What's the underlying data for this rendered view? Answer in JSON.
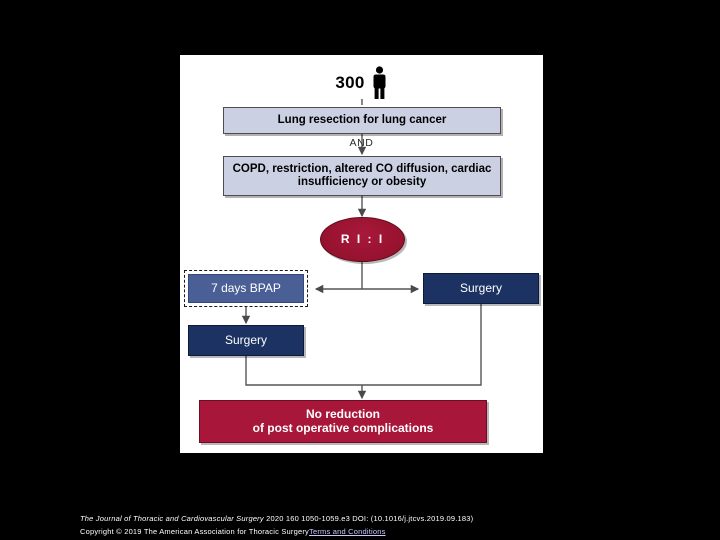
{
  "slide": {
    "population": {
      "count": "300",
      "icon": "person-icon"
    },
    "inclusion": {
      "primary_label": "Lung resection for lung cancer",
      "connector_label": "AND",
      "secondary_label": "COPD, restriction, altered CO diffusion, cardiac insufficiency or obesity"
    },
    "randomisation": {
      "label": "R I : I"
    },
    "arms": {
      "intervention": {
        "step_label": "7 days BPAP",
        "followup_label": "Surgery"
      },
      "control": {
        "step_label": "Surgery"
      }
    },
    "outcome": {
      "line1": "No reduction",
      "line2": "of post operative complications"
    }
  },
  "footer": {
    "journal": "The Journal of Thoracic and Cardiovascular Surgery",
    "citation": "2020 160 1050-1059.e3 DOI: (10.1016/j.jtcvs.2019.09.183)",
    "copyright": "Copyright © 2019 The American Association for Thoracic Surgery",
    "terms_link": "Terms and Conditions"
  },
  "colors": {
    "background": "#000000",
    "canvas": "#ffffff",
    "lavender_box": "#ccd0e3",
    "navy_box": "#1b3263",
    "slate_box": "#4a5f96",
    "randomisation_ellipse": "#9c1430",
    "outcome_box": "#a8163a",
    "connector_line": "#555555",
    "link": "#c8c8ff"
  }
}
